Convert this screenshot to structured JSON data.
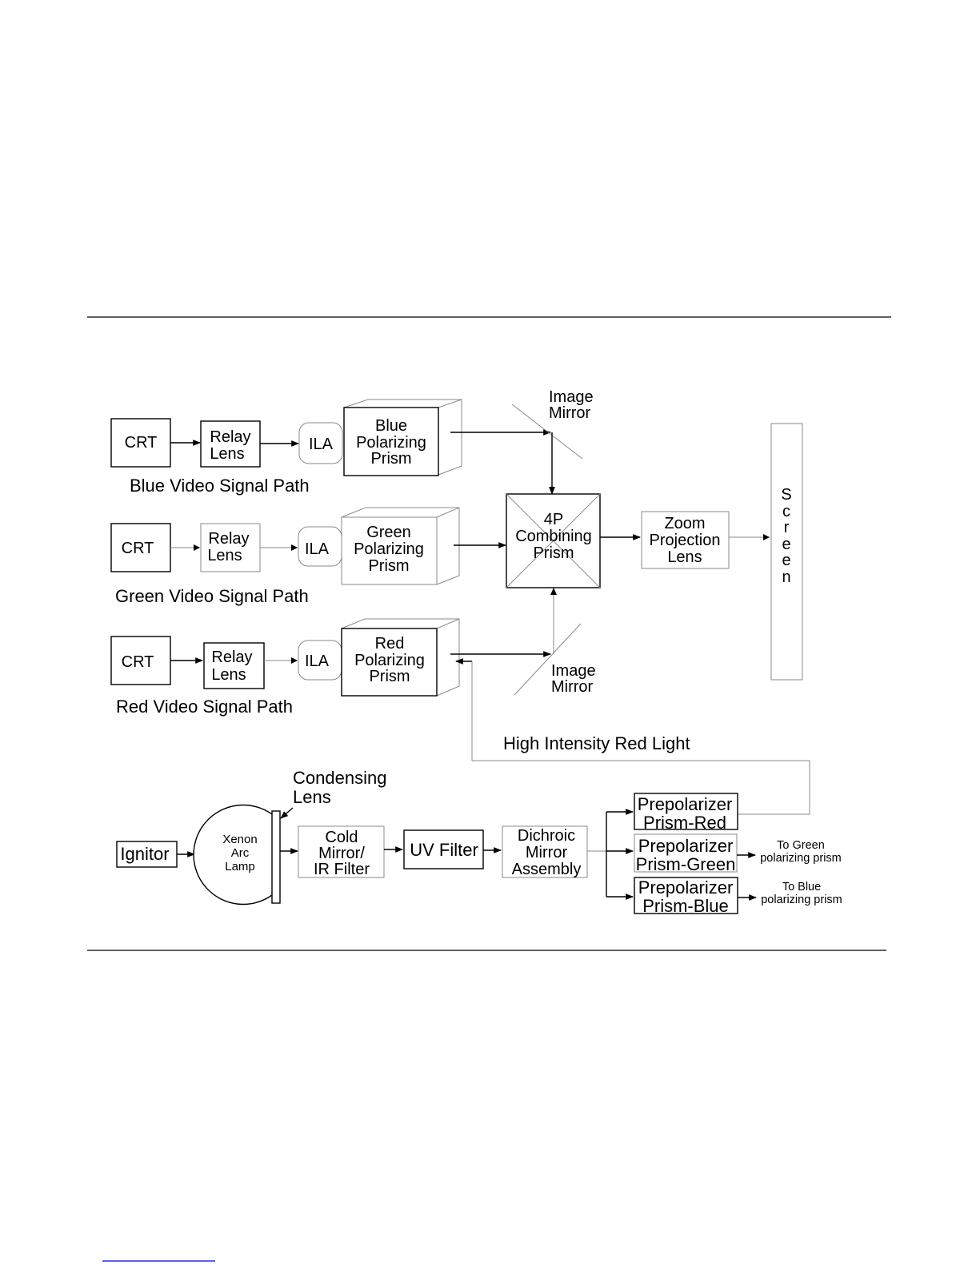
{
  "diagram": {
    "blue_path": {
      "crt": "CRT",
      "relay_lens": [
        "Relay",
        "Lens"
      ],
      "ila": "ILA",
      "prism": [
        "Blue",
        "Polarizing",
        "Prism"
      ],
      "caption": "Blue Video Signal Path"
    },
    "green_path": {
      "crt": "CRT",
      "relay_lens": [
        "Relay",
        "Lens"
      ],
      "ila": "ILA",
      "prism": [
        "Green",
        "Polarizing",
        "Prism"
      ],
      "caption": "Green Video Signal Path"
    },
    "red_path": {
      "crt": "CRT",
      "relay_lens": [
        "Relay",
        "Lens"
      ],
      "ila": "ILA",
      "prism": [
        "Red",
        "Polarizing",
        "Prism"
      ],
      "caption": "Red Video Signal Path"
    },
    "image_mirror_top": [
      "Image",
      "Mirror"
    ],
    "image_mirror_bottom": [
      "Image",
      "Mirror"
    ],
    "combining_prism": [
      "4P",
      "Combining",
      "Prism"
    ],
    "zoom_lens": [
      "Zoom",
      "Projection",
      "Lens"
    ],
    "screen": [
      "S",
      "c",
      "r",
      "e",
      "e",
      "n"
    ],
    "high_intensity_label": "High Intensity Red Light",
    "condensing_lens": [
      "Condensing",
      "Lens"
    ],
    "ignitor": "Ignitor",
    "xenon_lamp": [
      "Xenon",
      "Arc",
      "Lamp"
    ],
    "cold_mirror": [
      "Cold",
      "Mirror/",
      "IR Filter"
    ],
    "uv_filter": "UV Filter",
    "dichroic": [
      "Dichroic",
      "Mirror",
      "Assembly"
    ],
    "prepolarizer_red": [
      "Prepolarizer",
      "Prism-Red"
    ],
    "prepolarizer_green": [
      "Prepolarizer",
      "Prism-Green"
    ],
    "prepolarizer_blue": [
      "Prepolarizer",
      "Prism-Blue"
    ],
    "to_green": [
      "To Green",
      "polarizing prism"
    ],
    "to_blue": [
      "To Blue",
      "polarizing prism"
    ]
  },
  "colors": {
    "line": "#000000",
    "light_line": "#8a8a8a",
    "footer_link": "#0000ee"
  }
}
